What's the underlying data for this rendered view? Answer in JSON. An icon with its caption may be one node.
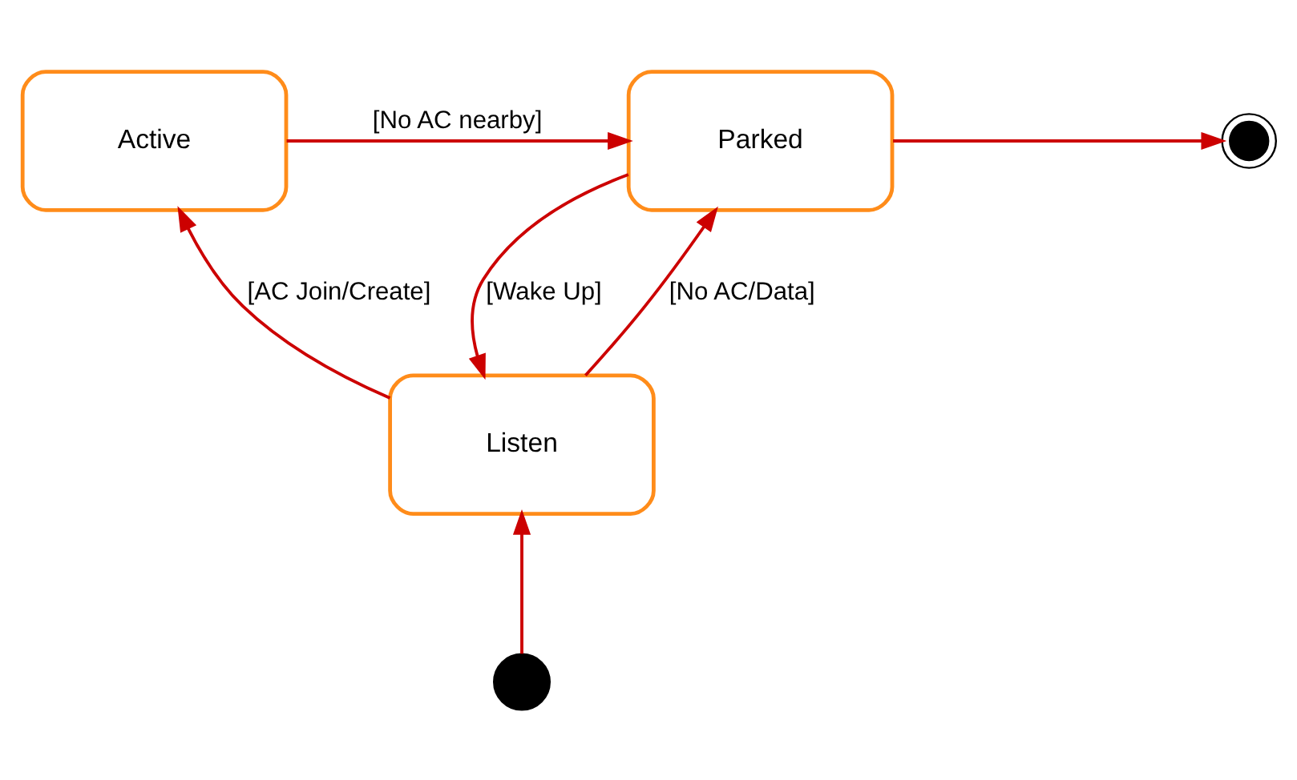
{
  "diagram": {
    "nodes": [
      {
        "text": [
          "Active"
        ]
      },
      {
        "text": [
          "Parked"
        ]
      },
      {
        "text": [],
        "shape": "circle"
      },
      {
        "text": [
          "Listen"
        ]
      },
      {
        "text": [],
        "shape": "circle"
      }
    ],
    "edges": [
      {
        "from": 0,
        "to": 1,
        "arrow": "to",
        "label": "[No AC nearby]"
      },
      {
        "from": 1,
        "to": 2,
        "arrow": "to"
      },
      {
        "from": 3,
        "to": 0,
        "arrow": "to",
        "label": "[AC Join/Create]"
      },
      {
        "from": 3,
        "to": 1,
        "arrow": "to",
        "label": "[No AC/Data]"
      },
      {
        "from": 1,
        "to": 3,
        "arrow": "to",
        "label": "[Wake Up]"
      },
      {
        "from": 4,
        "to": 3,
        "arrow": "to"
      }
    ]
  }
}
